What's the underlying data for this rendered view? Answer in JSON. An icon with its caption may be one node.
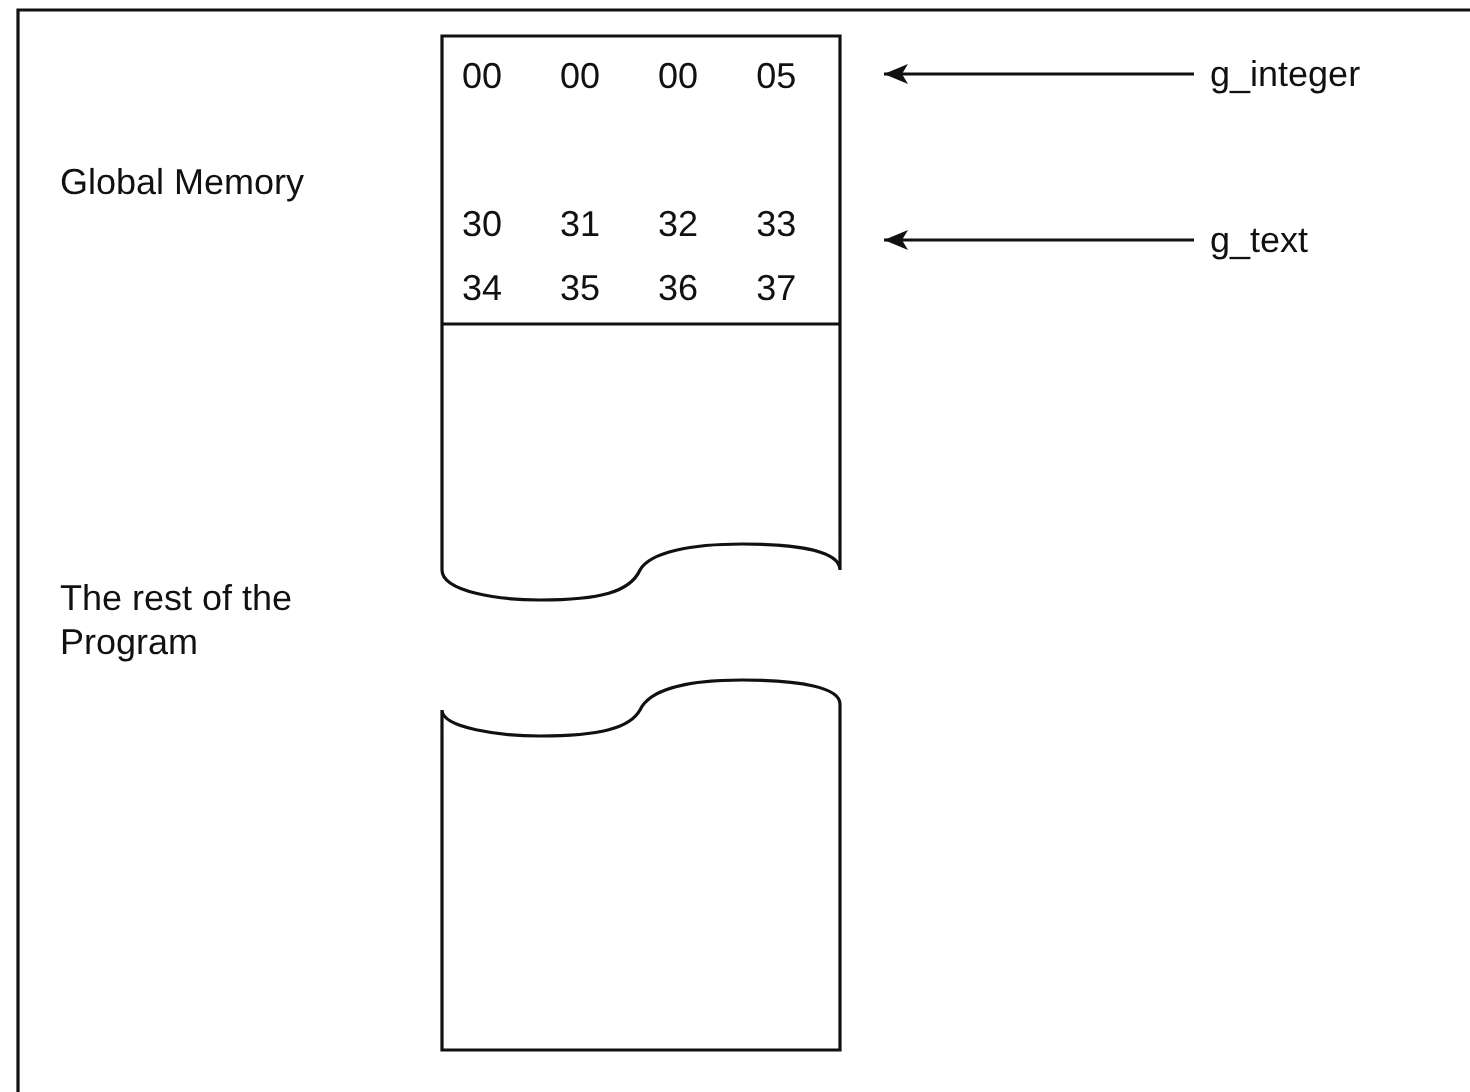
{
  "diagram": {
    "nodes": [
      {
        "text": [],
        "shape": "box"
      },
      {
        "text": [
          "00 00 00 05"
        ],
        "in": 0
      },
      {
        "text": [
          "30 31 32 33 34 35 36 37"
        ],
        "in": 0
      },
      {
        "text": [],
        "shape": "box"
      },
      {
        "text": [
          "g_integer"
        ]
      },
      {
        "text": [
          "g_text"
        ]
      }
    ],
    "edges": [
      {
        "from": 4,
        "to": 1,
        "arrow": "to"
      },
      {
        "from": 5,
        "to": 2,
        "arrow": "to"
      }
    ],
    "labels": [
      "Global Memory",
      "The rest of the Program"
    ]
  }
}
